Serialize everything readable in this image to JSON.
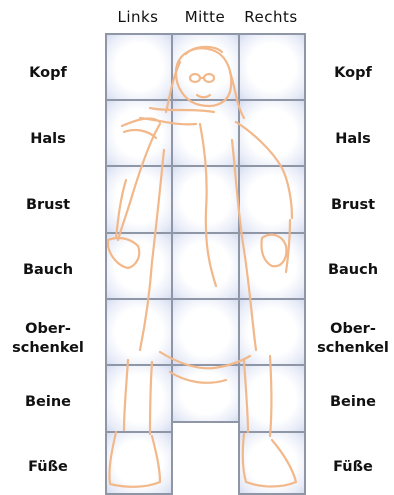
{
  "columns": [
    "Links",
    "Mitte",
    "Rechts"
  ],
  "rows": [
    {
      "left": "Kopf",
      "right": "Kopf"
    },
    {
      "left": "Hals",
      "right": "Hals"
    },
    {
      "left": "Brust",
      "right": "Brust"
    },
    {
      "left": "Bauch",
      "right": "Bauch"
    },
    {
      "left": "Ober-\nschenkel",
      "right": "Ober-\nschenkel"
    },
    {
      "left": "Beine",
      "right": "Beine"
    },
    {
      "left": "Füße",
      "right": "Füße"
    }
  ],
  "colors": {
    "sketch": "#f2b88a",
    "grid": "#8f96a6",
    "cell_edge": "#d6ddf0"
  }
}
